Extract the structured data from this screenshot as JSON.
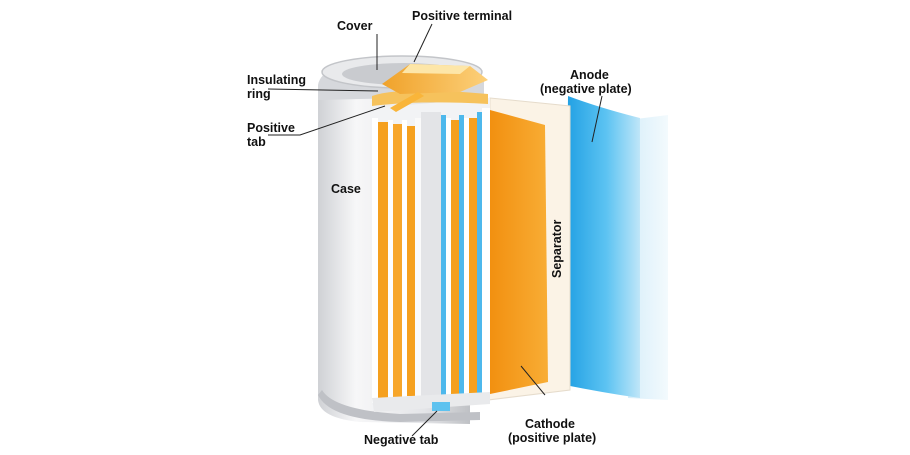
{
  "labels": {
    "cover": "Cover",
    "positive_terminal": "Positive terminal",
    "insulating_ring_1": "Insulating",
    "insulating_ring_2": "ring",
    "positive_tab_1": "Positive",
    "positive_tab_2": "tab",
    "case": "Case",
    "anode_1": "Anode",
    "anode_2": "(negative plate)",
    "separator": "Separator",
    "cathode_1": "Cathode",
    "cathode_2": "(positive plate)",
    "negative_tab": "Negative tab"
  },
  "colors": {
    "case": "#ececee",
    "cathode": "#f5a01e",
    "anode": "#43b3ea",
    "separator": "#fbf4e8",
    "background": "#ffffff"
  }
}
